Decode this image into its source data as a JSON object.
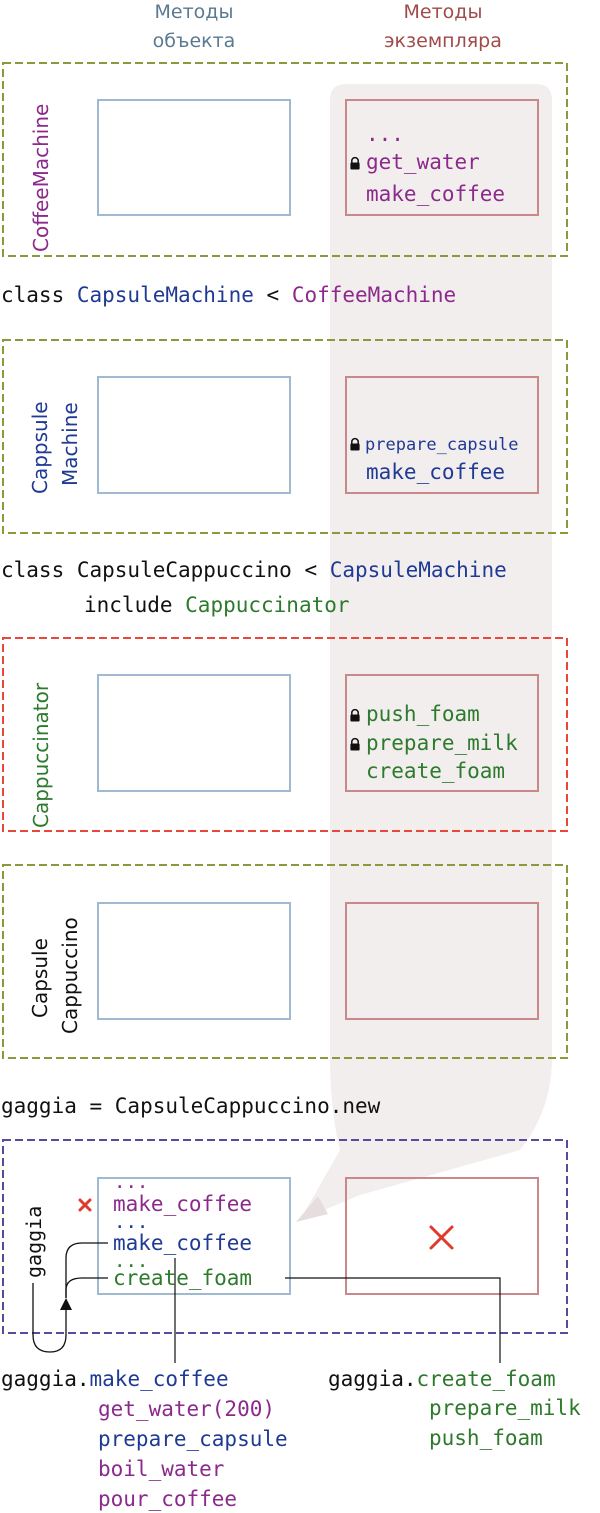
{
  "colors": {
    "purple": "#8b2a8b",
    "blue": "#1f3a93",
    "green": "#2d7a2d",
    "black": "#111111",
    "olive_border": "#8a9a3a",
    "red_border": "#e8483a",
    "violet_border": "#5a4a9a",
    "object_box": "#9fbad0",
    "instance_box": "#c9898a",
    "header_object": "#5a7a90",
    "header_instance": "#a04a4a",
    "red_x": "#e03a2a",
    "lookup_band": "#f3eeee"
  },
  "headers": {
    "object_line1": "Методы",
    "object_line2": "объекта",
    "instance_line1": "Методы",
    "instance_line2": "экземпляра"
  },
  "coffee_machine": {
    "label": "CoffeeMachine",
    "ellipsis": "...",
    "get_water": "get_water",
    "make_coffee": "make_coffee"
  },
  "decl_capsule_machine": {
    "kw": "class ",
    "name": "CapsuleMachine",
    "op": " < ",
    "parent": "CoffeeMachine"
  },
  "capsule_machine": {
    "label_line1": "Cappsule",
    "label_line2": "Machine",
    "prepare_capsule": "prepare_capsule",
    "make_coffee": "make_coffee"
  },
  "decl_capsule_cappuccino": {
    "kw": "class ",
    "name": "CapsuleCappuccino",
    "op": " < ",
    "parent": "CapsuleMachine",
    "include_kw": "include ",
    "include_name": "Cappuccinator"
  },
  "cappuccinator": {
    "label": "Cappuccinator",
    "push_foam": "push_foam",
    "prepare_milk": "prepare_milk",
    "create_foam": "create_foam"
  },
  "capsule_cappuccino": {
    "label_line1": "Capsule",
    "label_line2": "Cappuccino"
  },
  "instantiation": "gaggia = CapsuleCappuccino.new",
  "gaggia": {
    "label": "gaggia",
    "ellipsis1": "...",
    "make_coffee_purple": "make_coffee",
    "ellipsis2": "...",
    "make_coffee_blue": "make_coffee",
    "ellipsis3": "...",
    "create_foam": "create_foam"
  },
  "call_left": {
    "receiver": "gaggia.",
    "method": "make_coffee",
    "calls": [
      "get_water(200)",
      "prepare_capsule",
      "boil_water",
      "pour_coffee"
    ]
  },
  "call_right": {
    "receiver": "gaggia.",
    "method": "create_foam",
    "calls": [
      "prepare_milk",
      "push_foam"
    ]
  },
  "icons": [
    "lock-icon",
    "cross-icon",
    "arrow-icon"
  ]
}
